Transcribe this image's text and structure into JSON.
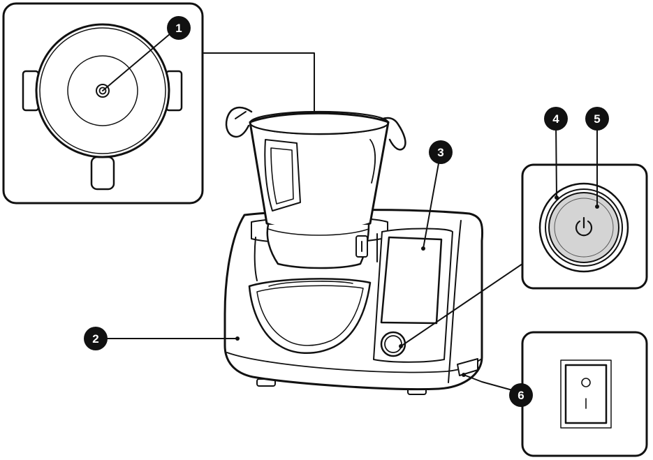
{
  "colors": {
    "stroke": "#111111",
    "callout_fill": "#111111",
    "callout_text": "#ffffff",
    "background": "#ffffff",
    "power_button_fill": "#d4d4d4"
  },
  "icons": {
    "power_button": "power-icon",
    "rocker_on": "rocker-on-mark",
    "rocker_off": "rocker-off-mark"
  },
  "callouts": [
    {
      "id": "c1",
      "label": "1"
    },
    {
      "id": "c2",
      "label": "2"
    },
    {
      "id": "c3",
      "label": "3"
    },
    {
      "id": "c4",
      "label": "4"
    },
    {
      "id": "c5",
      "label": "5"
    },
    {
      "id": "c6",
      "label": "6"
    }
  ]
}
